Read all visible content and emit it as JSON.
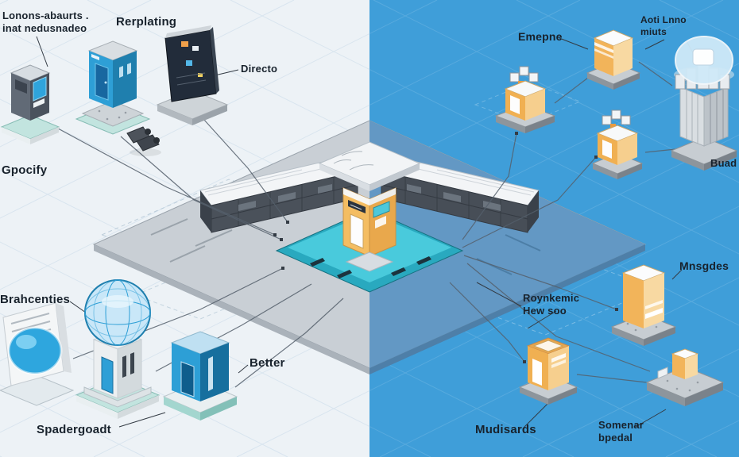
{
  "palette": {
    "left_bg": "#edf2f6",
    "right_bg": "#3f9ed9",
    "ground_gray": "#c9cfd5",
    "ground_blue": "#5a94c2",
    "teal_platform": "#49cadc",
    "amber": "#f2b45a",
    "blue": "#2d9fd6",
    "wall_dark": "#4a515a",
    "line": "#55606c"
  },
  "labels": {
    "corner_note_line1": "Lonons-abaurts .",
    "corner_note_line2": "inat nedusnadeo",
    "rerplating": "Rerplating",
    "directo": "Directo",
    "gpocify": "Gpocify",
    "brahcenties": "Brahcenties",
    "better": "Better",
    "spadergoadt": "Spadergoadt",
    "emepne": "Emepne",
    "aoti_line1": "Aoti Lnno",
    "aoti_line2": "miuts",
    "buad": "Buad",
    "mnsgdes": "Mnsgdes",
    "roynkemic_line1": "Roynkemic",
    "roynkemic_line2": "Hew soo",
    "mudisards": "Mudisards",
    "somenar_line1": "Somenar",
    "somenar_line2": "bpedal"
  }
}
